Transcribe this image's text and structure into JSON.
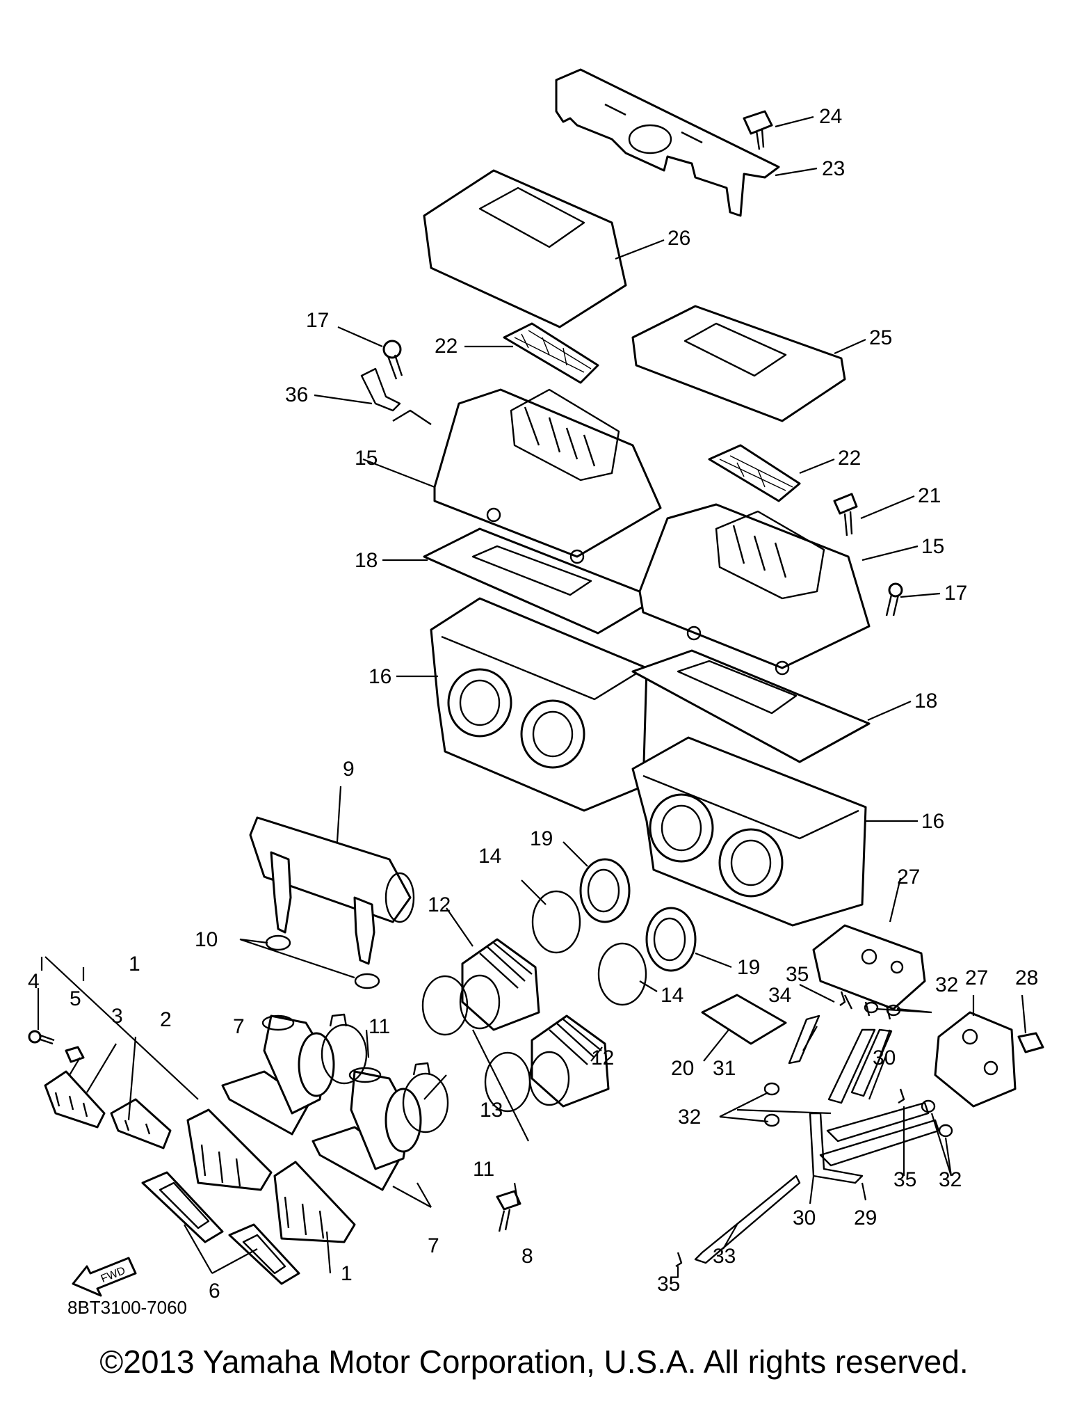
{
  "diagram_code": "8BT3100-7060",
  "fwd_label": "FWD",
  "copyright": "©2013 Yamaha Motor Corporation, U.S.A. All rights reserved.",
  "callouts": {
    "c1a": "1",
    "c1b": "1",
    "c2": "2",
    "c3": "3",
    "c4": "4",
    "c5": "5",
    "c6": "6",
    "c7a": "7",
    "c7b": "7",
    "c8": "8",
    "c9": "9",
    "c10": "10",
    "c11a": "11",
    "c11b": "11",
    "c12a": "12",
    "c12b": "12",
    "c13": "13",
    "c14a": "14",
    "c14b": "14",
    "c15a": "15",
    "c15b": "15",
    "c16a": "16",
    "c16b": "16",
    "c17a": "17",
    "c17b": "17",
    "c18a": "18",
    "c18b": "18",
    "c19a": "19",
    "c19b": "19",
    "c20": "20",
    "c21": "21",
    "c22a": "22",
    "c22b": "22",
    "c23": "23",
    "c24": "24",
    "c25": "25",
    "c26": "26",
    "c27a": "27",
    "c27b": "27",
    "c28": "28",
    "c29": "29",
    "c30a": "30",
    "c30b": "30",
    "c31": "31",
    "c32a": "32",
    "c32b": "32",
    "c32c": "32",
    "c33": "33",
    "c34": "34",
    "c35a": "35",
    "c35b": "35",
    "c35c": "35",
    "c36": "36"
  }
}
